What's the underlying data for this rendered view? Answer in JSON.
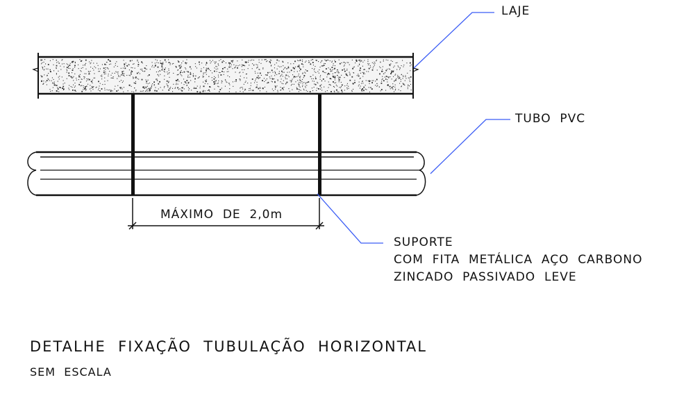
{
  "labels": {
    "slab": "LAJE",
    "pipe": "TUBO  PVC",
    "dimension": "MÁXIMO  DE  2,0m",
    "support_line1": "SUPORTE",
    "support_line2": "COM  FITA  METÁLICA  AÇO  CARBONO",
    "support_line3": "ZINCADO  PASSIVADO  LEVE"
  },
  "caption": {
    "title": "DETALHE  FIXAÇÃO  TUBULAÇÃO  HORIZONTAL",
    "subtitle": "SEM  ESCALA"
  },
  "colors": {
    "ink": "#111111",
    "leader": "#3a5cf5",
    "concrete_fill": "#f4f4f4"
  }
}
